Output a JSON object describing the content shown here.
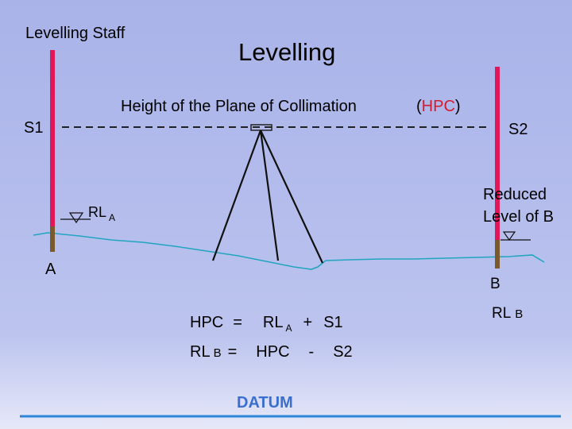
{
  "title": "Levelling",
  "staff_label": "Levelling Staff",
  "hpc": {
    "label": "Height of  the Plane of Collimation",
    "open": "(",
    "abbr": "HPC",
    "close": ")"
  },
  "stations": {
    "s1": "S1",
    "s2": "S2",
    "a": "A",
    "b": "B"
  },
  "rl_a": {
    "text": "RL",
    "sub": "A"
  },
  "reduced_level": {
    "line1": "Reduced",
    "line2": "Level of B"
  },
  "rl_b": {
    "text": "RL",
    "sub": "B"
  },
  "equations": {
    "eq1": {
      "lhs": "HPC",
      "eq": "=",
      "term1": "RL",
      "term1_sub": "A",
      "op": "+",
      "term2": "S1"
    },
    "eq2": {
      "lhs": "RL",
      "lhs_sub": "B",
      "eq": "=",
      "term1": "HPC",
      "op": "-",
      "term2": "S2"
    }
  },
  "datum": "DATUM",
  "colors": {
    "staff": "#e0185a",
    "ground": "#23a5c0",
    "hpc_accent": "#d21c2f",
    "datum": "#3a6fd0",
    "datum_line": "#2f86d8"
  }
}
